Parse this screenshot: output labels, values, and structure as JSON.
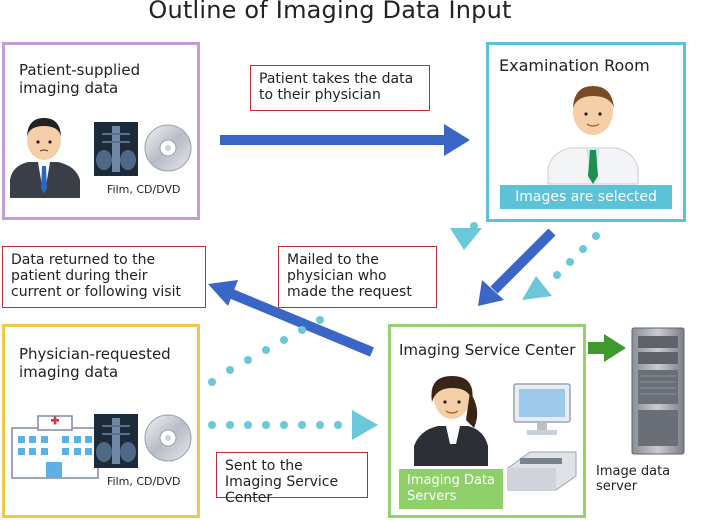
{
  "title": "Outline of Imaging Data Input",
  "patient_box": {
    "label": "Patient-supplied imaging data",
    "caption": "Film, CD/DVD"
  },
  "exam_room": {
    "label": "Examination Room",
    "selected_band": "Images are selected"
  },
  "notes": {
    "takes_data": "Patient takes the data to their physician",
    "returned": "Data returned to the patient during their current or following visit",
    "mailed": "Mailed to the physician who made the request",
    "sent": "Sent to the Imaging Service Center"
  },
  "physician_box": {
    "label": "Physician-requested imaging data",
    "caption": "Film, CD/DVD"
  },
  "service_center": {
    "label": "Imaging Service Center",
    "servers_band": "Imaging Data Servers"
  },
  "server": {
    "label": "Image data server"
  },
  "colors": {
    "patient_border": "#c59ad8",
    "exam_border": "#5cc2d8",
    "physician_border": "#f2c84b",
    "center_border": "#93d06e",
    "solid_arrow": "#3a66c6",
    "dotted_arrow": "#6cc7d8",
    "green_arrow": "#3f9a2c"
  }
}
